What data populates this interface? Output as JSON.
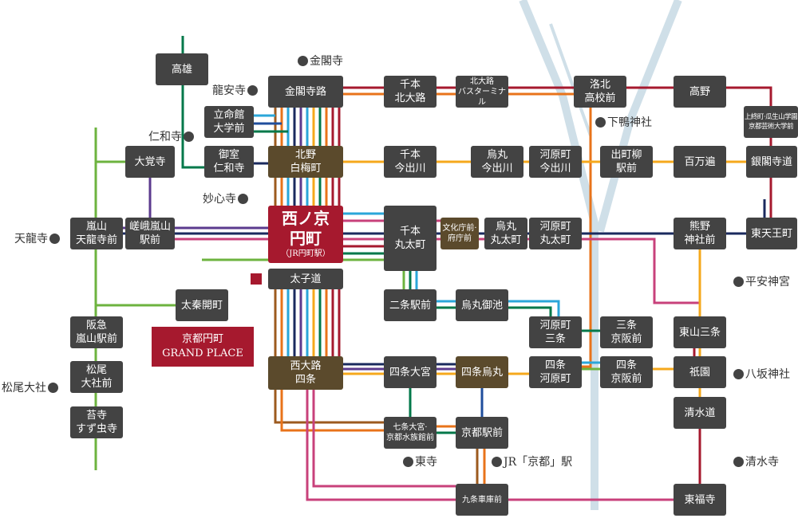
{
  "stations": {
    "takao": "高雄",
    "kinkakujimichi": "金閣寺路",
    "senbon_kitaoji": "千本\n北大路",
    "kitaoji_bt": "北大路\nバスターミナル",
    "rakuhoku": "洛北\n高校前",
    "takano": "高野",
    "ritsumeikan": "立命館\n大学前",
    "kitano": "北野\n白梅町",
    "daikakuji": "大覚寺",
    "omuro": "御室\n仁和寺",
    "senbon_imadegawa": "千本\n今出川",
    "karasuma_imadegawa": "烏丸\n今出川",
    "kawaramachi_imadegawa": "河原町\n今出川",
    "demachi": "出町柳\n駅前",
    "hyakumanben": "百万遍",
    "ginkakuji": "銀閣寺道",
    "kamihate": "上終町·瓜生山学園\n京都芸術大学前",
    "arashiyama_tenryuji": "嵐山\n天龍寺前",
    "saga_arashiyama": "嵯峨嵐山\n駅前",
    "senbon_marutamachi": "千本\n丸太町",
    "bunkacho": "文化庁前·\n府庁前",
    "karasuma_marutamachi": "烏丸\n丸太町",
    "kawaramachi_marutamachi": "河原町\n丸太町",
    "kumano": "熊野\n神社前",
    "higashitenno": "東天王町",
    "taishimichi": "太子道",
    "uzumasa": "太秦開町",
    "nijo": "二条駅前",
    "karasuma_oike": "烏丸御池",
    "kawaramachi_sanjo": "河原町\n三条",
    "sanjo_keihan": "三条\n京阪前",
    "higashiyama_sanjo": "東山三条",
    "hankyu_arashiyama": "阪急\n嵐山駅前",
    "matsuo": "松尾\n大社前",
    "kokedera": "苔寺\nすず虫寺",
    "nishioji_shijo": "西大路\n四条",
    "shijo_omiya": "四条大宮",
    "shijo_karasuma": "四条烏丸",
    "shijo_kawaramachi": "四条\n河原町",
    "shijo_keihan": "四条\n京阪前",
    "gion": "祇園",
    "kiyomizumichi": "清水道",
    "shichijo_omiya": "七条大宮·\n京都水族館前",
    "kyoto_ekimae": "京都駅前",
    "kujo": "九条車庫前",
    "tofukuji": "東福寺"
  },
  "home_station": {
    "name_line1": "西ノ京",
    "name_line2": "円町",
    "sub": "（JR円町駅）"
  },
  "property": {
    "line1": "京都円町",
    "line2": "GRAND PLACE"
  },
  "landmarks": {
    "kinkakuji": "金閣寺",
    "ryoanji": "龍安寺",
    "ninnaji": "仁和寺",
    "myoshinji": "妙心寺",
    "tenryuji": "天龍寺",
    "matsuo_taisha": "松尾大社",
    "shimogamo": "下鴨神社",
    "heian": "平安神宮",
    "yasaka": "八坂神社",
    "kiyomizu": "清水寺",
    "toji": "東寺",
    "jr_kyoto": "JR「京都」駅"
  },
  "colors": {
    "home": "#a6192e",
    "station": "#434343",
    "station_alt": "#5b4a2c",
    "river": "#cfdfe8",
    "lines": [
      "#a6192e",
      "#e8731a",
      "#f5a81c",
      "#1a2a5e",
      "#1f4e9c",
      "#2aa6d9",
      "#00784a",
      "#6db33f",
      "#5b3a8e",
      "#c8417b",
      "#9c5a1e"
    ]
  }
}
